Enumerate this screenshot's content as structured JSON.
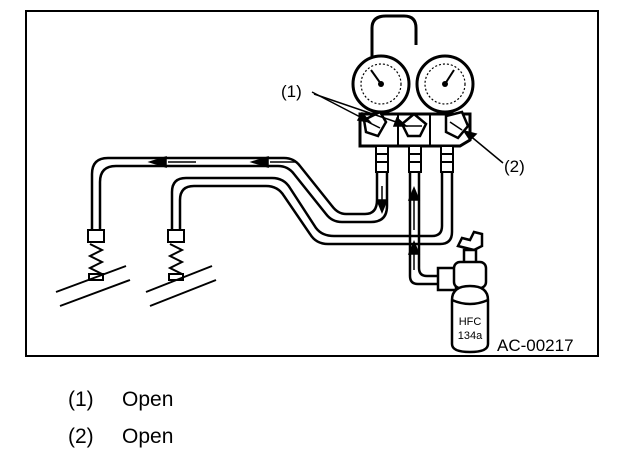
{
  "callouts": {
    "c1": "(1)",
    "c2": "(2)"
  },
  "cylinder_label": {
    "line1": "HFC",
    "line2": "134a"
  },
  "figure_code": "AC-00217",
  "legend": [
    {
      "num": "(1)",
      "text": "Open"
    },
    {
      "num": "(2)",
      "text": "Open"
    }
  ]
}
